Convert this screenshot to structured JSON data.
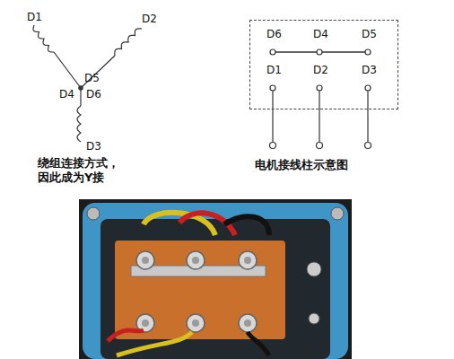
{
  "diagram": {
    "nodes": [
      {
        "text": [
          "D6",
          "D4",
          "D5",
          "D1",
          "D2",
          "D3"
        ]
      }
    ],
    "labels": [
      "D1",
      "D2",
      "D5",
      "D4",
      "D6",
      "D3",
      "绕组连接方式， 因此成为Y接",
      "电机接线柱示意图"
    ]
  }
}
